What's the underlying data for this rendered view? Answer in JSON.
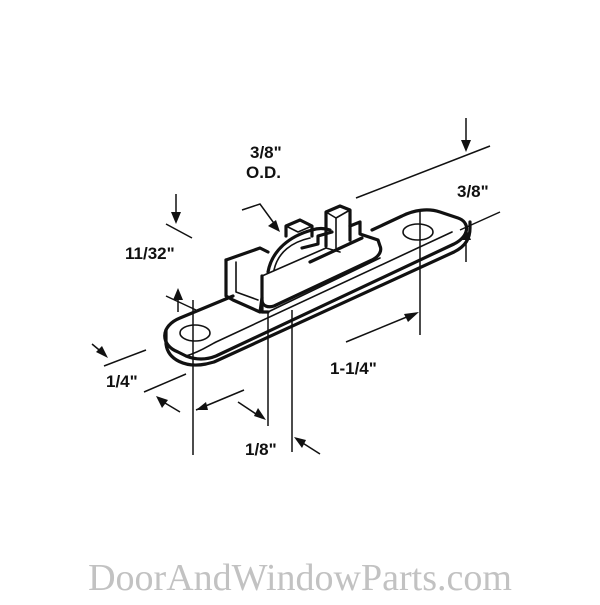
{
  "diagram": {
    "subject": "Sliding door/window roller assembly with mounting plate",
    "dimensions": {
      "wheel_od": {
        "value": "3/8\"",
        "note": "O.D."
      },
      "height": {
        "value": "11/32\""
      },
      "mount_height": {
        "value": "3/8\""
      },
      "hole_spacing": {
        "value": "1-1/4\""
      },
      "end_offset": {
        "value": "1/4\""
      },
      "thickness": {
        "value": "1/8\""
      }
    }
  },
  "watermark": {
    "text": "DoorAndWindowParts.com",
    "color": "#c2c2c2"
  },
  "colors": {
    "line": "#111111",
    "background": "#ffffff"
  }
}
